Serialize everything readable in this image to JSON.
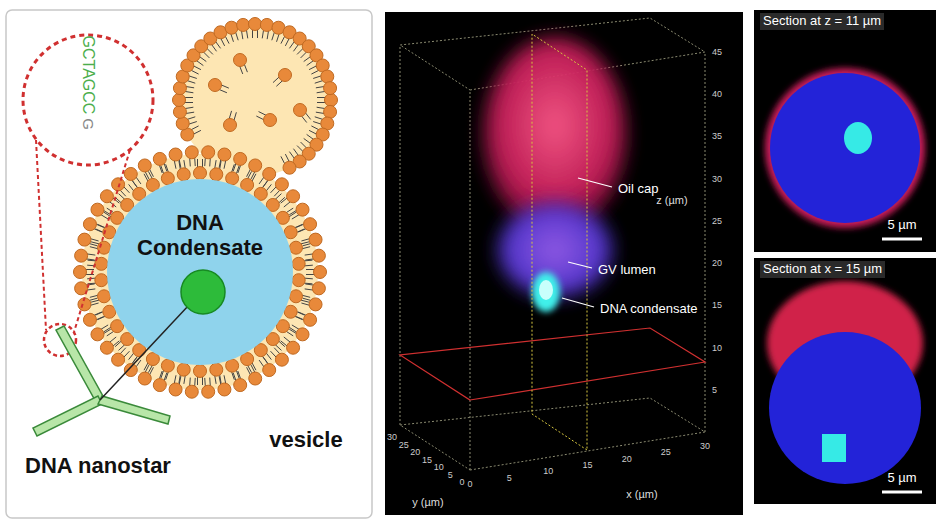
{
  "diagram": {
    "nodes": [
      {
        "text": [
          "DNA Condensate"
        ]
      },
      {
        "text": [
          "Section at z = 11 µm",
          "5 µm"
        ]
      },
      {
        "text": [
          "Section at x = 15 µm",
          "5 µm"
        ]
      }
    ],
    "labels": [
      "GCTAGCC",
      "G",
      "DNA nanostar",
      "vesicle",
      "Oil cap",
      "GV lumen",
      "DNA condensate",
      "z (µm)",
      "y (µm)",
      "x (µm)",
      "45",
      "40",
      "35",
      "30",
      "25",
      "20",
      "15",
      "10",
      "5",
      "30",
      "25",
      "20",
      "15",
      "10",
      "5",
      "0",
      "0",
      "5",
      "10",
      "15",
      "20",
      "25",
      "30"
    ]
  }
}
